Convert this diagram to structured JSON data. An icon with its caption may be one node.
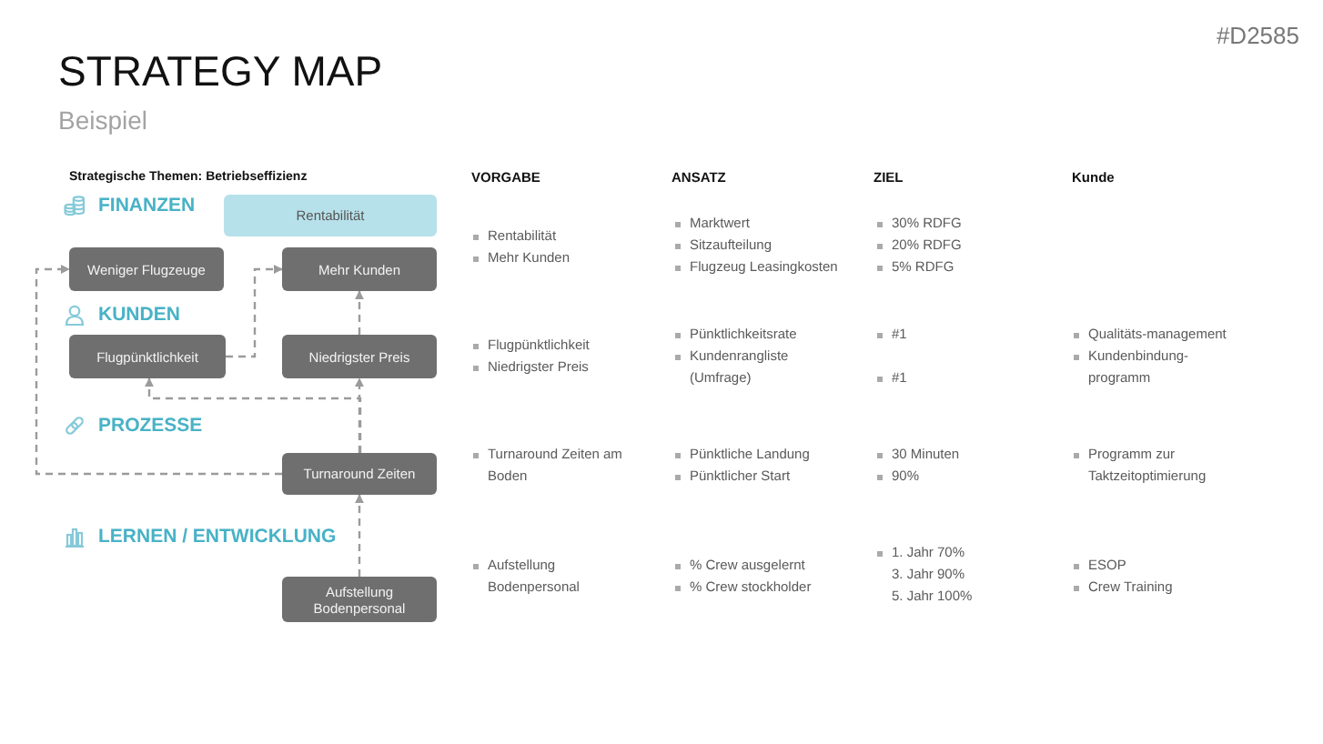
{
  "diagram": {
    "title": "STRATEGY MAP",
    "nodes": [
      {
        "text": [
          "Rentabilität"
        ]
      },
      {
        "text": [
          "Weniger Flugzeuge"
        ]
      },
      {
        "text": [
          "Mehr Kunden"
        ]
      },
      {
        "text": [
          "Flugpünktlichkeit"
        ]
      },
      {
        "text": [
          "Niedrigster Preis"
        ]
      },
      {
        "text": [
          "Turnaround Zeiten"
        ]
      },
      {
        "text": [
          "Aufstellung Bodenpersonal"
        ]
      }
    ],
    "edges": [
      {
        "from": 6,
        "to": 5,
        "arrow": "to",
        "style": "dashed"
      },
      {
        "from": 5,
        "to": 4,
        "arrow": "to",
        "style": "dashed"
      },
      {
        "from": 5,
        "to": 3,
        "arrow": "to",
        "style": "dashed"
      },
      {
        "from": 5,
        "to": 1,
        "arrow": "to",
        "style": "dashed"
      },
      {
        "from": 3,
        "to": 2,
        "arrow": "to",
        "style": "dashed"
      },
      {
        "from": 4,
        "to": 2,
        "arrow": "to",
        "style": "dashed"
      }
    ],
    "labels": [
      "#D2585",
      "Beispiel",
      "Strategische Themen: Betriebseffizienz",
      "VORGABE",
      "ANSATZ",
      "ZIEL",
      "Kunde",
      "FINANZEN",
      "Rentabilität",
      "Mehr Kunden",
      "Marktwert",
      "Sitzaufteilung",
      "Flugzeug Leasingkosten",
      "30% RDFG",
      "20% RDFG",
      "5% RDFG",
      "KUNDEN",
      "Flugpünktlichkeit",
      "Niedrigster Preis",
      "Pünktlichkeitsrate",
      "Kundenrangliste (Umfrage)",
      "#1",
      "#1",
      "Qualitäts-management",
      "Kundenbindung-programm",
      "PROZESSE",
      "Turnaround Zeiten am Boden",
      "Pünktliche Landung",
      "Pünktlicher Start",
      "30 Minuten",
      "90%",
      "Programm zur Taktzeitoptimierung",
      "LERNEN / ENTWICKLUNG",
      "Aufstellung Bodenpersonal",
      "% Crew ausgelernt",
      "% Crew stockholder",
      "1. Jahr 70%",
      "3. Jahr 90%",
      "5. Jahr 100%",
      "ESOP",
      "Crew Training"
    ]
  }
}
